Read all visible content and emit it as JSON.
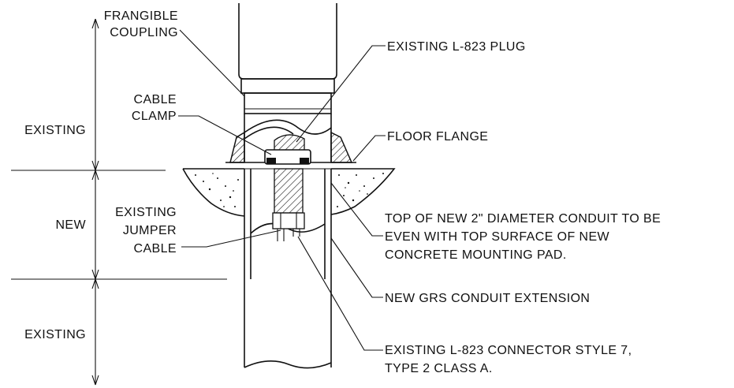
{
  "colors": {
    "ink": "#111111",
    "background": "#ffffff"
  },
  "labels": {
    "frangible_coupling": [
      "FRANGIBLE",
      "COUPLING"
    ],
    "existing_l823_plug": "EXISTING L-823 PLUG",
    "cable_clamp": [
      "CABLE",
      "CLAMP"
    ],
    "floor_flange": "FLOOR FLANGE",
    "zone_existing_top": "EXISTING",
    "zone_new": "NEW",
    "zone_existing_bottom": "EXISTING",
    "existing_jumper_cable": [
      "EXISTING",
      "JUMPER",
      "CABLE"
    ],
    "top_of_conduit_note": [
      "TOP OF NEW 2\" DIAMETER CONDUIT TO BE",
      "EVEN WITH TOP SURFACE OF NEW",
      "CONCRETE MOUNTING PAD."
    ],
    "new_grs_conduit_extension": "NEW GRS CONDUIT EXTENSION",
    "existing_l823_connector": [
      "EXISTING L-823 CONNECTOR STYLE 7,",
      "TYPE 2 CLASS A."
    ]
  }
}
